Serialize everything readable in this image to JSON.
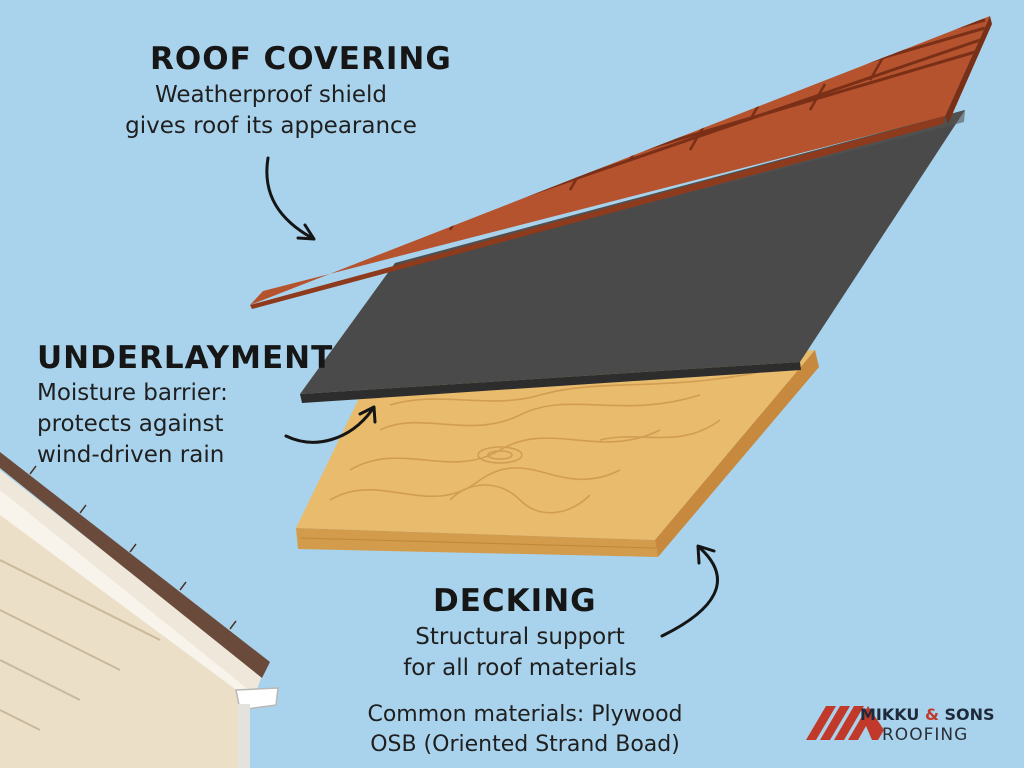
{
  "layers": [
    {
      "title": "ROOF COVERING",
      "lines": [
        "Weatherproof shield",
        "gives roof its appearance"
      ]
    },
    {
      "title": "UNDERLAYMENT",
      "lines": [
        "Moisture barrier:",
        "protects against",
        "wind-driven rain"
      ]
    },
    {
      "title": "DECKING",
      "lines": [
        "Structural support",
        "for all roof materials"
      ],
      "extra_lines": [
        "Common materials: Plywood",
        "OSB (Oriented Strand Boad)"
      ]
    }
  ],
  "brand": {
    "name": "MIKKU",
    "ampersand": "&",
    "suffix": "SONS",
    "subtitle": "ROOFING",
    "logo_icon": "roof-stripes-logo-icon"
  },
  "colors": {
    "sky": "#a9d3ec",
    "shingle": "#b6532f",
    "shingle_line": "#7a2f17",
    "underlayment": "#4a4a4a",
    "deck_top": "#e9bb6c",
    "deck_front": "#d39c4c",
    "brand_red": "#c0392b"
  }
}
